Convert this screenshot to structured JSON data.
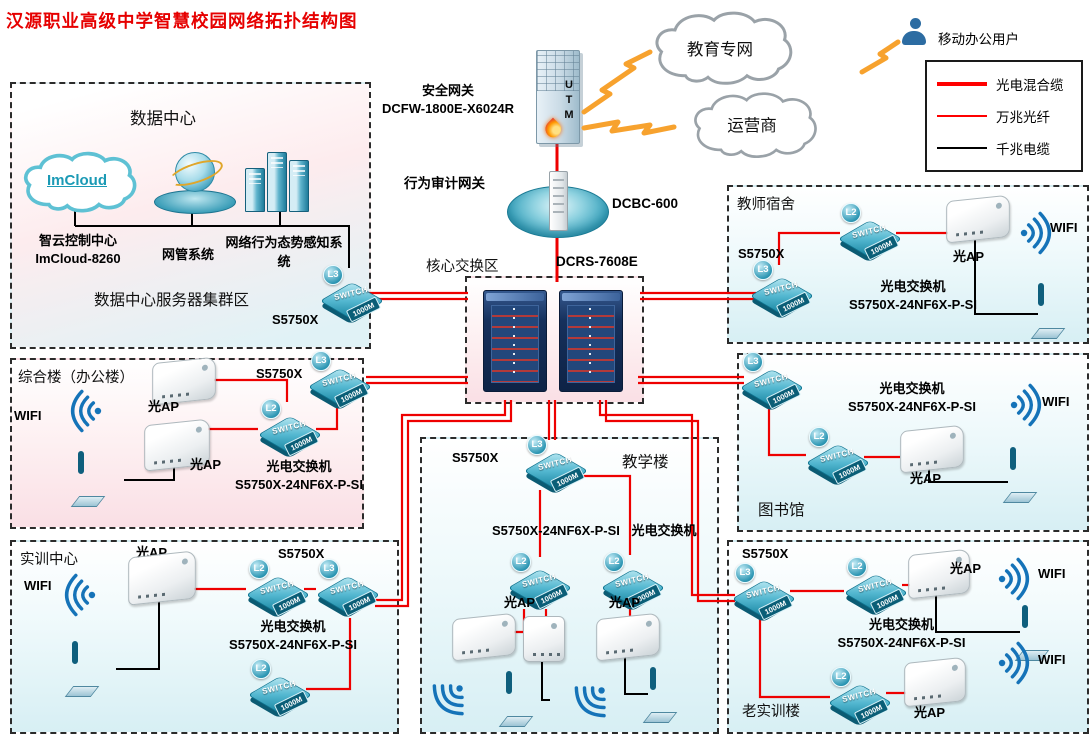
{
  "title": "汉源职业高级中学智慧校园网络拓扑结构图",
  "common": {
    "switch_text": "SWITCH",
    "speed_text": "1000M",
    "l2": "L2",
    "l3": "L3",
    "optical_ap": "光AP",
    "wifi": "WIFI",
    "media_converter": "光电交换机",
    "converter_model": "S5750X-24NF6X-P-SI",
    "access_switch_model": "S5750X",
    "utm": "UTM"
  },
  "wan": {
    "education_cloud": "教育专网",
    "carrier_cloud": "运营商",
    "mobile_user": "移动办公用户",
    "security_gateway": "安全网关",
    "security_gateway_model": "DCFW-1800E-X6024R",
    "audit_gateway": "行为审计网关",
    "audit_gateway_model": "DCBC-600",
    "core_area": "核心交换区",
    "core_switch_model": "DCRS-7608E"
  },
  "legend": {
    "hybrid_cable": "光电混合缆",
    "fiber_10g": "万兆光纤",
    "copper_1g": "千兆电缆",
    "colors": {
      "hybrid": "#ff0000",
      "fiber_10g": "#ff0000",
      "copper": "#000000"
    }
  },
  "datacenter": {
    "title": "数据中心",
    "cloud_label": "ImCloud",
    "controller_name": "智云控制中心",
    "controller_model": "ImCloud-8260",
    "nms": "网管系统",
    "behavior_awareness": "网络行为态势感知系统",
    "cluster_label": "数据中心服务器集群区"
  },
  "zones": {
    "dorm": {
      "name": "教师宿舍"
    },
    "office": {
      "name": "综合楼（办公楼）"
    },
    "library": {
      "name": "图书馆"
    },
    "training": {
      "name": "实训中心"
    },
    "teaching": {
      "name": "教学楼"
    },
    "old_training": {
      "name": "老实训楼"
    }
  }
}
